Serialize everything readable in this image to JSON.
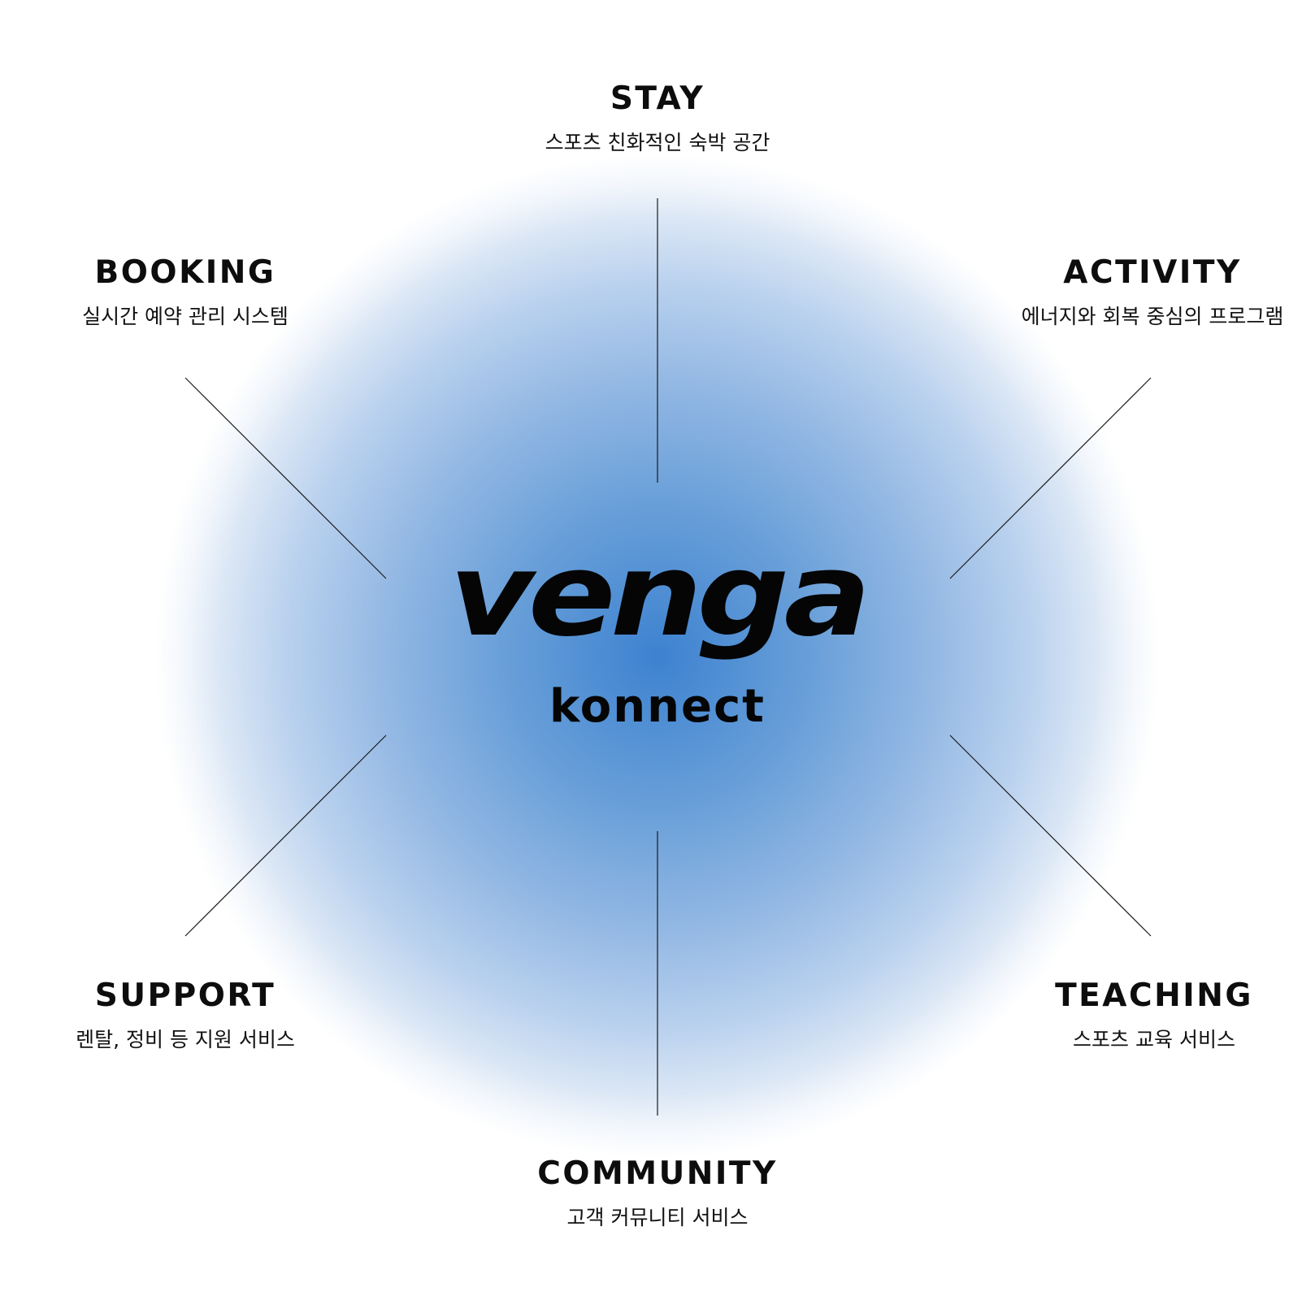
{
  "logo": {
    "word": "venga",
    "sub": "konnect"
  },
  "nodes": [
    {
      "title": "STAY",
      "desc": "스포츠 친화적인 숙박 공간"
    },
    {
      "title": "BOOKING",
      "desc": "실시간 예약 관리 시스템"
    },
    {
      "title": "ACTIVITY",
      "desc": "에너지와 회복 중심의 프로그램"
    },
    {
      "title": "SUPPORT",
      "desc": "렌탈, 정비 등 지원 서비스"
    },
    {
      "title": "TEACHING",
      "desc": "스포츠 교육 서비스"
    },
    {
      "title": "COMMUNITY",
      "desc": "고객 커뮤니티 서비스"
    }
  ],
  "colors": {
    "center_glow": "#3d82d0",
    "edge": "#ffffff",
    "text": "#0d0d0d"
  }
}
